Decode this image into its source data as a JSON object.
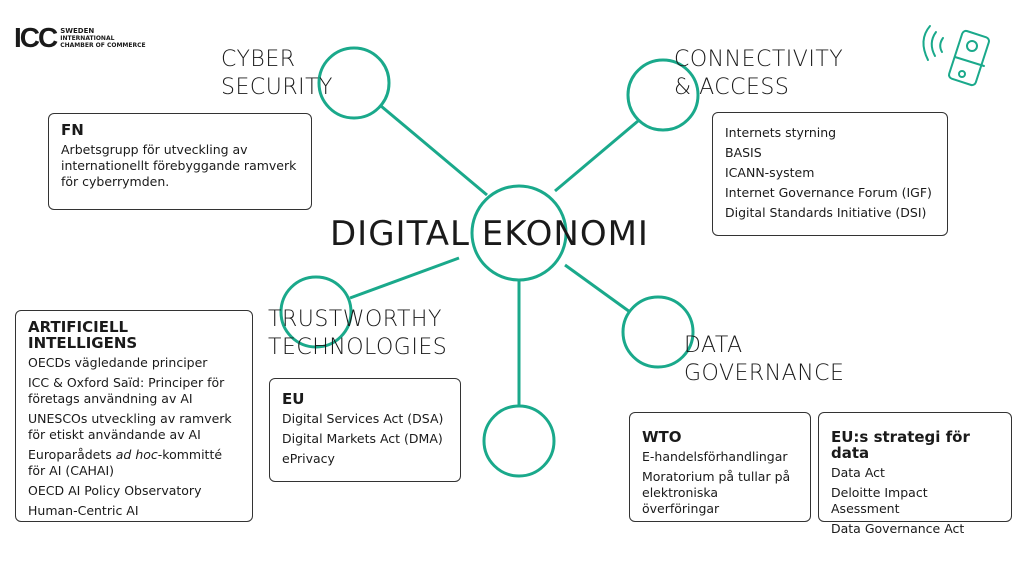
{
  "logo": {
    "mark": "ICC",
    "line1": "SWEDEN",
    "line2": "INTERNATIONAL",
    "line3": "CHAMBER OF COMMERCE"
  },
  "accent_color": "#1aa98b",
  "center_title": "DIGITAL EKONOMI",
  "topics": {
    "cyber": [
      "CYBER",
      "SECURITY"
    ],
    "connectivity": [
      "CONNECTIVITY",
      "& ACCESS"
    ],
    "trustworthy": [
      "TRUSTWORTHY",
      "TECHNOLOGIES"
    ],
    "data": [
      "DATA",
      "GOVERNANCE"
    ]
  },
  "boxes": {
    "fn": {
      "title": "FN",
      "items": [
        "Arbetsgrupp för utveckling av internationellt förebyggande ramverk för cyberrymden."
      ]
    },
    "internet": {
      "items": [
        "Internets styrning",
        "BASIS",
        "ICANN-system",
        "Internet Governance Forum (IGF)",
        "Digital Standards Initiative (DSI)"
      ]
    },
    "ai": {
      "title": "ARTIFICIELL INTELLIGENS",
      "items": [
        "OECDs vägledande principer",
        "ICC & Oxford Saïd: Principer för företags användning av AI",
        "UNESCOs utveckling av ramverk för etiskt användande av AI",
        "Europarådets ",
        "ad hoc",
        "-kommitté för AI (CAHAI)",
        "OECD AI Policy Observatory",
        "Human-Centric  AI"
      ]
    },
    "eu": {
      "title": "EU",
      "items": [
        "Digital Services Act (DSA)",
        "Digital Markets Act (DMA)",
        "ePrivacy"
      ]
    },
    "wto": {
      "title": "WTO",
      "items": [
        "E-handelsförhandlingar",
        "Moratorium på tullar på elektroniska överföringar"
      ]
    },
    "eudata": {
      "title": "EU:s strategi för data",
      "items": [
        "Data Act",
        "Deloitte Impact Asessment",
        "Data Governance Act"
      ]
    }
  }
}
